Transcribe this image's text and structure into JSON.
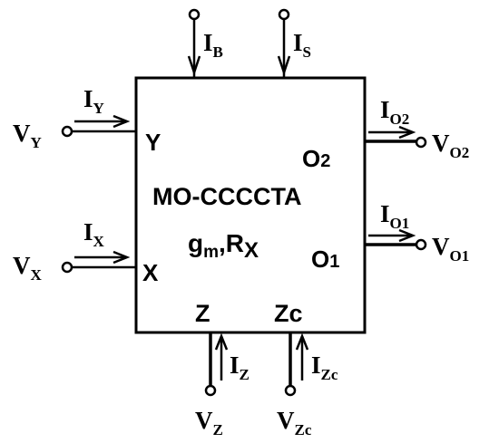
{
  "block": {
    "name": "MO-CCCCTA",
    "params": {
      "gm_main": "g",
      "gm_sub": "m",
      "sep": ",",
      "rx_main": "R",
      "rx_sub": "X"
    }
  },
  "ports": {
    "y": "Y",
    "x": "X",
    "o2": {
      "main": "O",
      "sub": "2"
    },
    "o1": {
      "main": "O",
      "sub": "1"
    },
    "z": "Z",
    "zc": {
      "main": "Z",
      "sub": "c"
    }
  },
  "signals": {
    "ib": {
      "main": "I",
      "sub": "B"
    },
    "is": {
      "main": "I",
      "sub": "S"
    },
    "iy": {
      "main": "I",
      "sub": "Y"
    },
    "vy": {
      "main": "V",
      "sub": "Y"
    },
    "ix": {
      "main": "I",
      "sub": "X"
    },
    "vx": {
      "main": "V",
      "sub": "X"
    },
    "io2": {
      "main": "I",
      "sub": "O2"
    },
    "vo2": {
      "main": "V",
      "sub": "O2"
    },
    "io1": {
      "main": "I",
      "sub": "O1"
    },
    "vo1": {
      "main": "V",
      "sub": "O1"
    },
    "iz": {
      "main": "I",
      "sub": "Z"
    },
    "vz": {
      "main": "V",
      "sub": "Z"
    },
    "izc": {
      "main": "I",
      "sub": "Zc"
    },
    "vzc": {
      "main": "V",
      "sub": "Zc"
    }
  }
}
